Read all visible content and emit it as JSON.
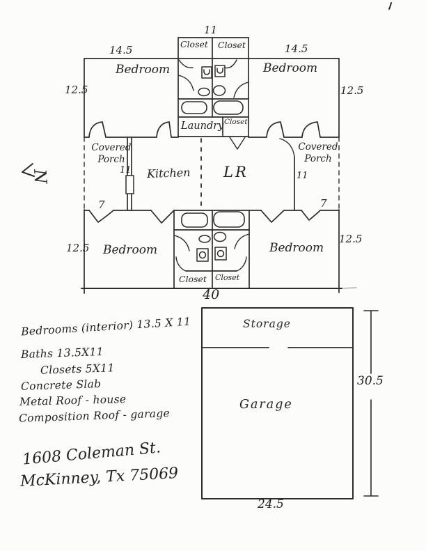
{
  "compass": {
    "north_label": "N"
  },
  "floor_plan": {
    "rooms": {
      "bedroom_top_left": "Bedroom",
      "bedroom_top_right": "Bedroom",
      "bedroom_bottom_left": "Bedroom",
      "bedroom_bottom_right": "Bedroom",
      "kitchen": "Kitchen",
      "living_room": "LR",
      "laundry": "Laundry",
      "covered_porch_left": "Covered Porch",
      "covered_porch_right": "Covered Porch",
      "closet_top_left": "Closet",
      "closet_top_right": "Closet",
      "closet_hall": "Closet",
      "closet_bottom_left": "Closet",
      "closet_bottom_right": "Closet"
    },
    "dimensions": {
      "top_left_width": "14.5",
      "top_center_width": "11",
      "top_right_width": "14.5",
      "upper_left_height": "12.5",
      "upper_right_height": "12.5",
      "lower_left_height": "12.5",
      "lower_right_height": "12.5",
      "porch_left_width": "11",
      "porch_right_width": "11",
      "porch_left_depth": "7",
      "porch_right_depth": "7",
      "total_width": "40"
    }
  },
  "garage_plan": {
    "storage_label": "Storage",
    "garage_label": "Garage",
    "height": "30.5",
    "width": "24.5"
  },
  "notes": {
    "lines": [
      "Bedrooms (interior) 13.5 X 11",
      "Baths   13.5X11",
      "Closets 5X11",
      "Concrete Slab",
      "Metal Roof - house",
      "Composition Roof - garage"
    ]
  },
  "address": {
    "lines": [
      "1608 Coleman St.",
      "McKinney, Tx 75069"
    ]
  },
  "ink_color": "#2e2b28",
  "paper_color": "#fcfcfa"
}
